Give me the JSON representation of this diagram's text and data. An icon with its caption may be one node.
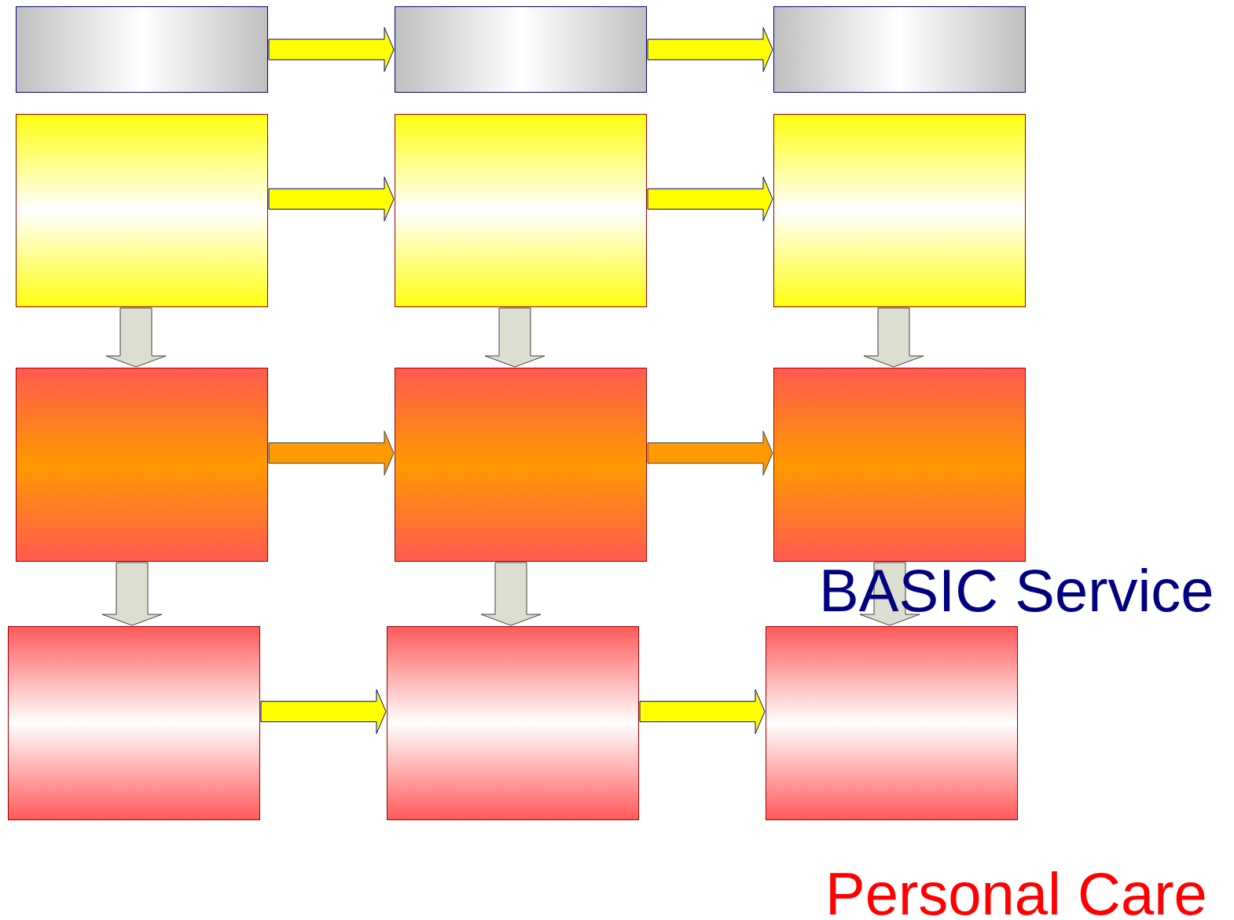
{
  "diagram": {
    "nodes": [
      {
        "text": [],
        "shape": "box"
      },
      {
        "text": [],
        "shape": "box"
      },
      {
        "text": [],
        "shape": "box"
      },
      {
        "text": [],
        "shape": "box"
      },
      {
        "text": [],
        "shape": "box"
      },
      {
        "text": [],
        "shape": "box"
      },
      {
        "text": [],
        "shape": "box"
      },
      {
        "text": [],
        "shape": "box"
      },
      {
        "text": [],
        "shape": "box"
      },
      {
        "text": [],
        "shape": "box"
      },
      {
        "text": [],
        "shape": "box"
      },
      {
        "text": [],
        "shape": "box"
      }
    ],
    "edges": [
      {
        "from": 0,
        "to": 1,
        "arrow": "to"
      },
      {
        "from": 1,
        "to": 2,
        "arrow": "to"
      },
      {
        "from": 3,
        "to": 4,
        "arrow": "to"
      },
      {
        "from": 4,
        "to": 5,
        "arrow": "to"
      },
      {
        "from": 3,
        "to": 6,
        "arrow": "to",
        "color": "#dcdfd0"
      },
      {
        "from": 4,
        "to": 7,
        "arrow": "to",
        "color": "#dcdfd0"
      },
      {
        "from": 5,
        "to": 8,
        "arrow": "to",
        "color": "#dcdfd0"
      },
      {
        "from": 6,
        "to": 7,
        "arrow": "to",
        "color": "#ff9900"
      },
      {
        "from": 7,
        "to": 8,
        "arrow": "to",
        "color": "#ff9900"
      },
      {
        "from": 6,
        "to": 9,
        "arrow": "to",
        "color": "#dcdfd0"
      },
      {
        "from": 7,
        "to": 10,
        "arrow": "to",
        "color": "#dcdfd0"
      },
      {
        "from": 8,
        "to": 11,
        "arrow": "to",
        "color": "#dcdfd0"
      },
      {
        "from": 9,
        "to": 10,
        "arrow": "to"
      },
      {
        "from": 10,
        "to": 11,
        "arrow": "to"
      }
    ],
    "labels": [
      "BASIC Service",
      "Personal Care"
    ]
  }
}
